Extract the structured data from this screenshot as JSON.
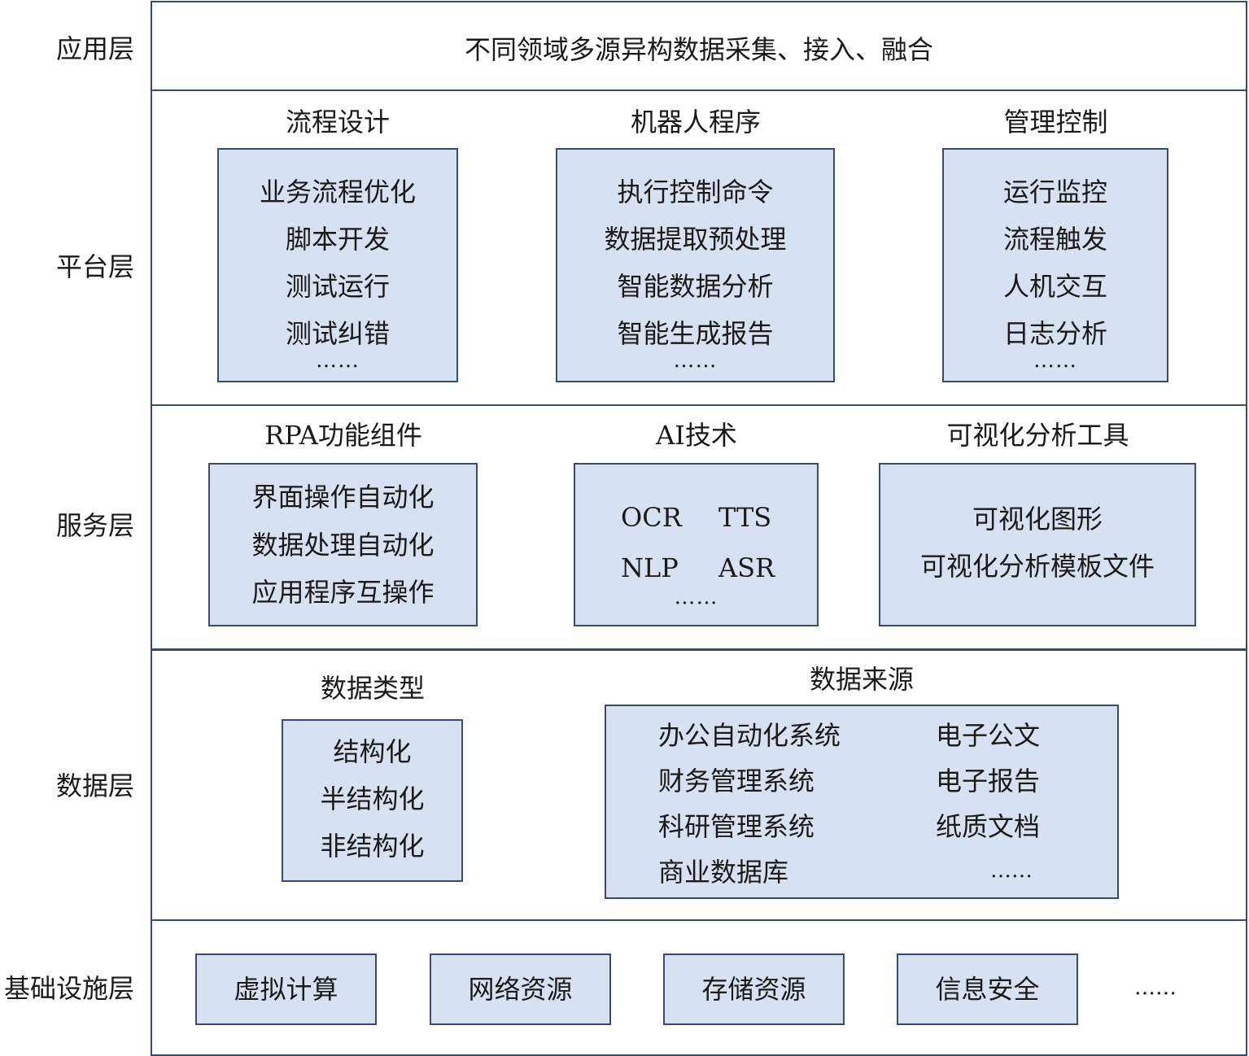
{
  "layers": {
    "app": "应用层",
    "platform": "平台层",
    "service": "服务层",
    "data": "数据层",
    "infra": "基础设施层"
  },
  "app_row": {
    "text": "不同领域多源异构数据采集、接入、融合"
  },
  "platform": {
    "groups": [
      {
        "title": "流程设计",
        "items": [
          "业务流程优化",
          "脚本开发",
          "测试运行",
          "测试纠错"
        ],
        "more": "……"
      },
      {
        "title": "机器人程序",
        "items": [
          "执行控制命令",
          "数据提取预处理",
          "智能数据分析",
          "智能生成报告"
        ],
        "more": "……"
      },
      {
        "title": "管理控制",
        "items": [
          "运行监控",
          "流程触发",
          "人机交互",
          "日志分析"
        ],
        "more": "……"
      }
    ]
  },
  "service": {
    "rpa": {
      "title": "RPA功能组件",
      "items": [
        "界面操作自动化",
        "数据处理自动化",
        "应用程序互操作"
      ]
    },
    "ai": {
      "title": "AI技术",
      "items": [
        "OCR",
        "TTS",
        "NLP",
        "ASR"
      ],
      "more": "……"
    },
    "vis": {
      "title": "可视化分析工具",
      "items": [
        "可视化图形",
        "可视化分析模板文件"
      ]
    }
  },
  "data": {
    "types": {
      "title": "数据类型",
      "items": [
        "结构化",
        "半结构化",
        "非结构化"
      ]
    },
    "sources": {
      "title": "数据来源",
      "left": [
        "办公自动化系统",
        "财务管理系统",
        "科研管理系统",
        "商业数据库"
      ],
      "right": [
        "电子公文",
        "电子报告",
        "纸质文档"
      ],
      "more": "……"
    }
  },
  "infra": {
    "items": [
      "虚拟计算",
      "网络资源",
      "存储资源",
      "信息安全"
    ],
    "more": "……"
  },
  "colors": {
    "box_fill": "#d6e2f2",
    "border": "#3a4a6b"
  }
}
